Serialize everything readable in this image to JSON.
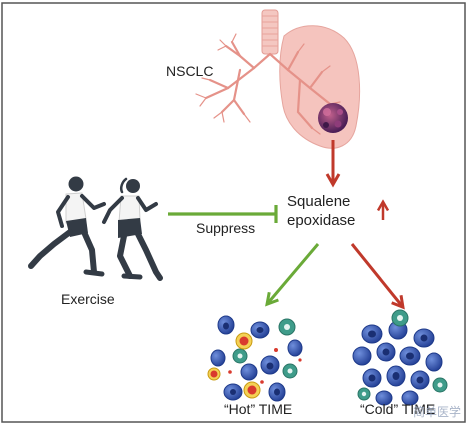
{
  "labels": {
    "nsclc": "NSCLC",
    "squalene_line1": "Squalene",
    "squalene_line2": "epoxidase",
    "suppress": "Suppress",
    "exercise": "Exercise",
    "hot_time": "“Hot” TIME",
    "cold_time": "“Cold” TIME"
  },
  "watermark": "简单医学",
  "colors": {
    "frame": "#555555",
    "suppress_arrow": "#6aaa38",
    "activation_arrow": "#c0392b",
    "lung": "#f5c4be",
    "tumor": "#6a2a6a",
    "cell_blue": "#2f55b4",
    "cell_teal": "#3f9c8a",
    "cell_red": "#d93a2e",
    "runner": "#333b45"
  },
  "icons": {
    "lung": "lung-icon",
    "tumor": "tumor-icon",
    "runners": "runners-icon",
    "up_arrow": "up-arrow-icon"
  }
}
